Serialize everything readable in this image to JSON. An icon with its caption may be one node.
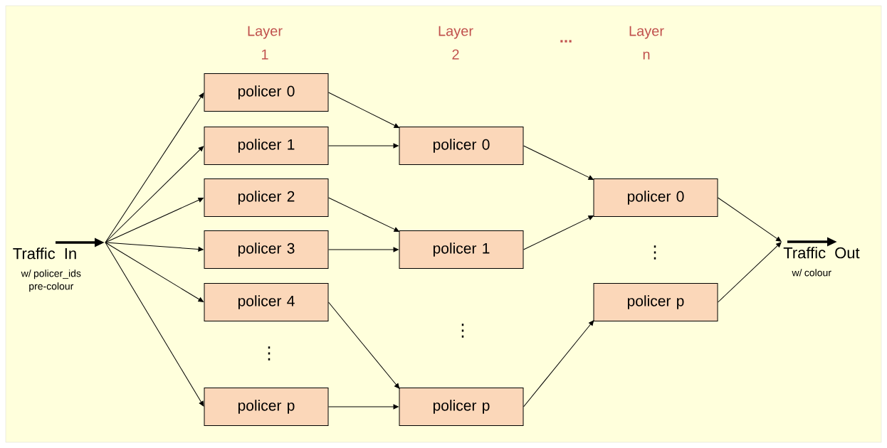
{
  "diagram": {
    "nodes": [
      {
        "text": [
          "Traffic In",
          "w/ policer_ids pre-colour"
        ]
      },
      {
        "text": [
          "policer 0"
        ]
      },
      {
        "text": [
          "policer 1"
        ]
      },
      {
        "text": [
          "policer 2"
        ]
      },
      {
        "text": [
          "policer 3"
        ]
      },
      {
        "text": [
          "policer 4"
        ]
      },
      {
        "text": [
          "policer p"
        ]
      },
      {
        "text": [
          "policer 0"
        ]
      },
      {
        "text": [
          "policer 1"
        ]
      },
      {
        "text": [
          "policer p"
        ]
      },
      {
        "text": [
          "policer 0"
        ]
      },
      {
        "text": [
          "policer p"
        ]
      },
      {
        "text": [
          "Traffic Out",
          "w/ colour"
        ]
      }
    ],
    "edges": [
      {
        "from": 0,
        "to": 1,
        "arrow": "to"
      },
      {
        "from": 0,
        "to": 2,
        "arrow": "to"
      },
      {
        "from": 0,
        "to": 3,
        "arrow": "to"
      },
      {
        "from": 0,
        "to": 4,
        "arrow": "to"
      },
      {
        "from": 0,
        "to": 5,
        "arrow": "to"
      },
      {
        "from": 0,
        "to": 6,
        "arrow": "to"
      },
      {
        "from": 1,
        "to": 7,
        "arrow": "to"
      },
      {
        "from": 2,
        "to": 7,
        "arrow": "to"
      },
      {
        "from": 3,
        "to": 8,
        "arrow": "to"
      },
      {
        "from": 4,
        "to": 8,
        "arrow": "to"
      },
      {
        "from": 5,
        "to": 9,
        "arrow": "to"
      },
      {
        "from": 6,
        "to": 9,
        "arrow": "to"
      },
      {
        "from": 7,
        "to": 10,
        "arrow": "to"
      },
      {
        "from": 8,
        "to": 10,
        "arrow": "to"
      },
      {
        "from": 9,
        "to": 11,
        "arrow": "to"
      },
      {
        "from": 10,
        "to": 12,
        "arrow": "to"
      },
      {
        "from": 11,
        "to": 12,
        "arrow": "to"
      }
    ],
    "labels": [
      "Layer 1",
      "Layer 2",
      "...",
      "Layer n",
      "⋮",
      "⋮",
      "⋮"
    ]
  }
}
